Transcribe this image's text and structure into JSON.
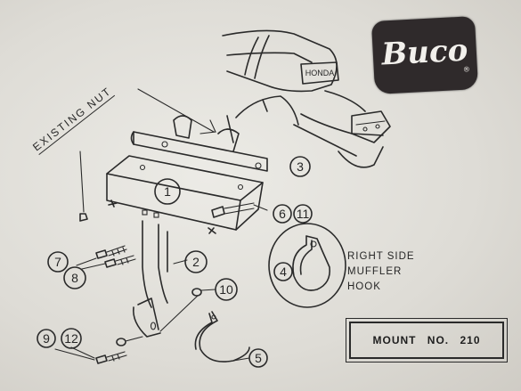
{
  "logo": {
    "text": "Buco",
    "reg_mark": "®",
    "bg_color": "#2f2a2b"
  },
  "seat_label": "HONDA",
  "existing_nut_label": "EXISTING NUT",
  "hook_caption": {
    "line1": "RIGHT SIDE",
    "line2": "MUFFLER",
    "line3": "HOOK"
  },
  "mount_label": "MOUNT NO. 210",
  "callouts": {
    "c1": "1",
    "c2": "2",
    "c3": "3",
    "c4": "4",
    "c5": "5",
    "c6": "6",
    "c11": "11",
    "c7": "7",
    "c8": "8",
    "c9": "9",
    "c12": "12",
    "c10": "10"
  },
  "colors": {
    "ink": "#2a2a2a",
    "paper": "#e4e2dc"
  }
}
